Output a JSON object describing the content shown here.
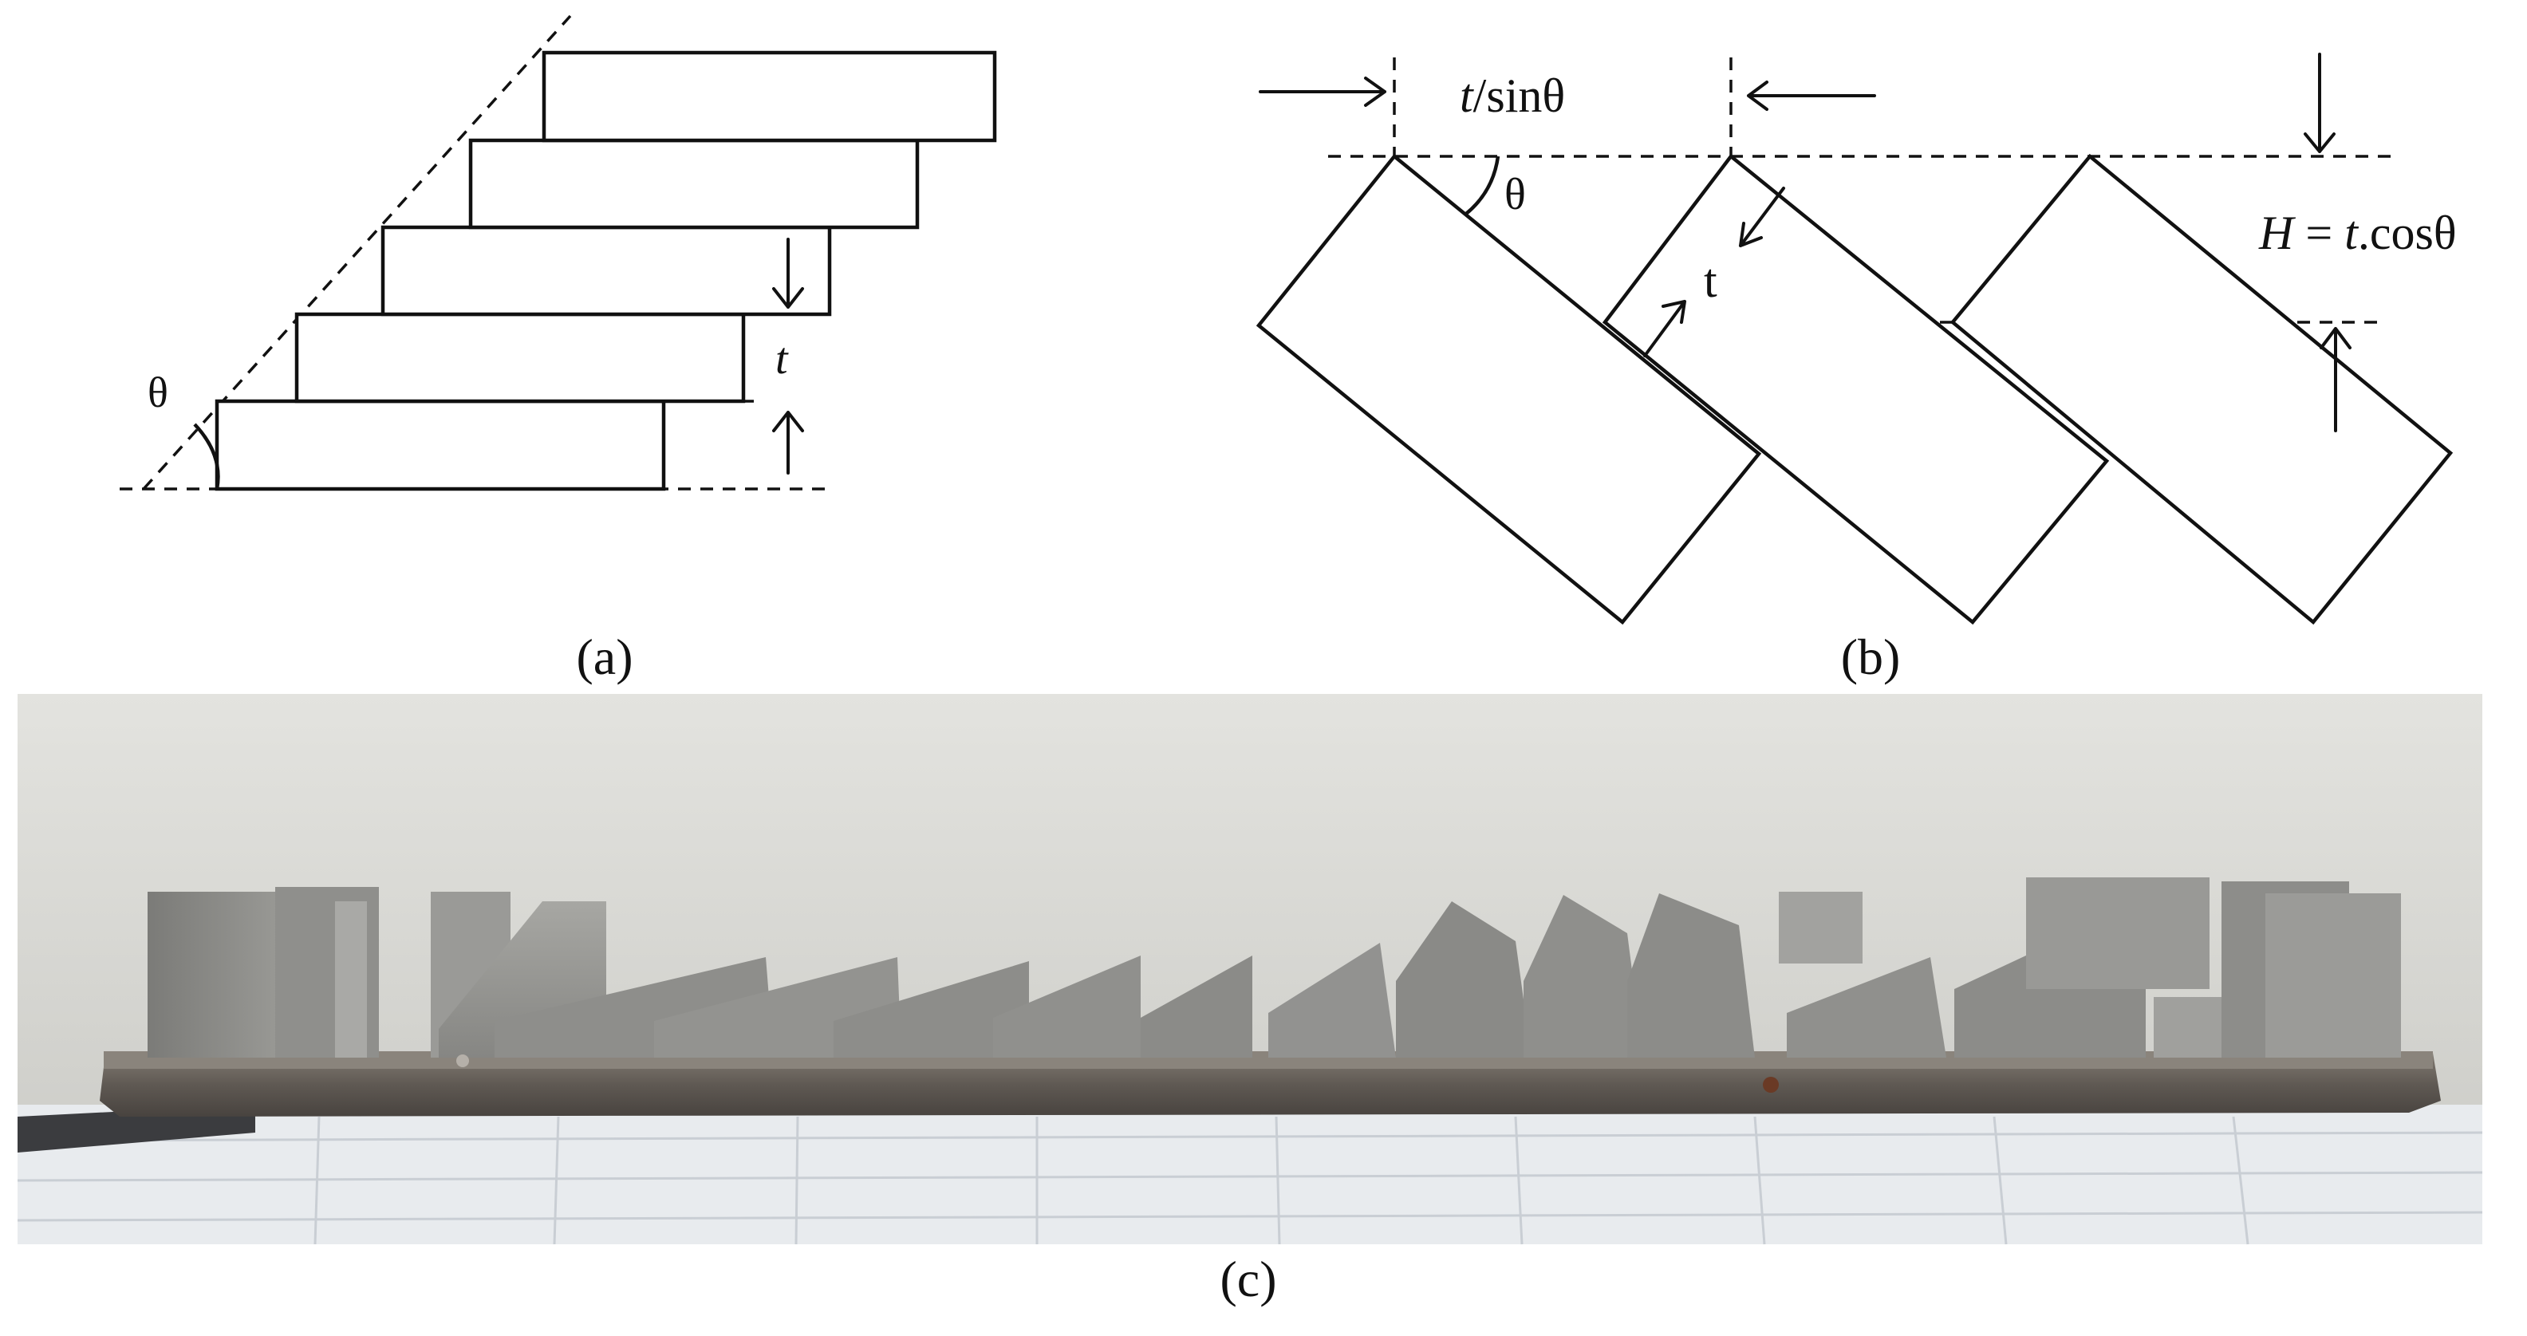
{
  "panel_a": {
    "caption": "(a)",
    "theta_label": "θ",
    "t_label": "t"
  },
  "panel_b": {
    "caption": "(b)",
    "offset_label": {
      "var": "t",
      "rest": "/sinθ"
    },
    "theta_label": "θ",
    "t_label": "t",
    "height_label": {
      "var1": "H",
      "mid": " = ",
      "var2": "t",
      "rest": ".cosθ"
    }
  },
  "panel_c": {
    "caption": "(c)"
  },
  "colors": {
    "line": "#111111",
    "photo_wall": "#d6d6d1",
    "photo_metal": "#8c8c89",
    "photo_plate": "#6b6560",
    "photo_paper": "#e9ecef"
  }
}
